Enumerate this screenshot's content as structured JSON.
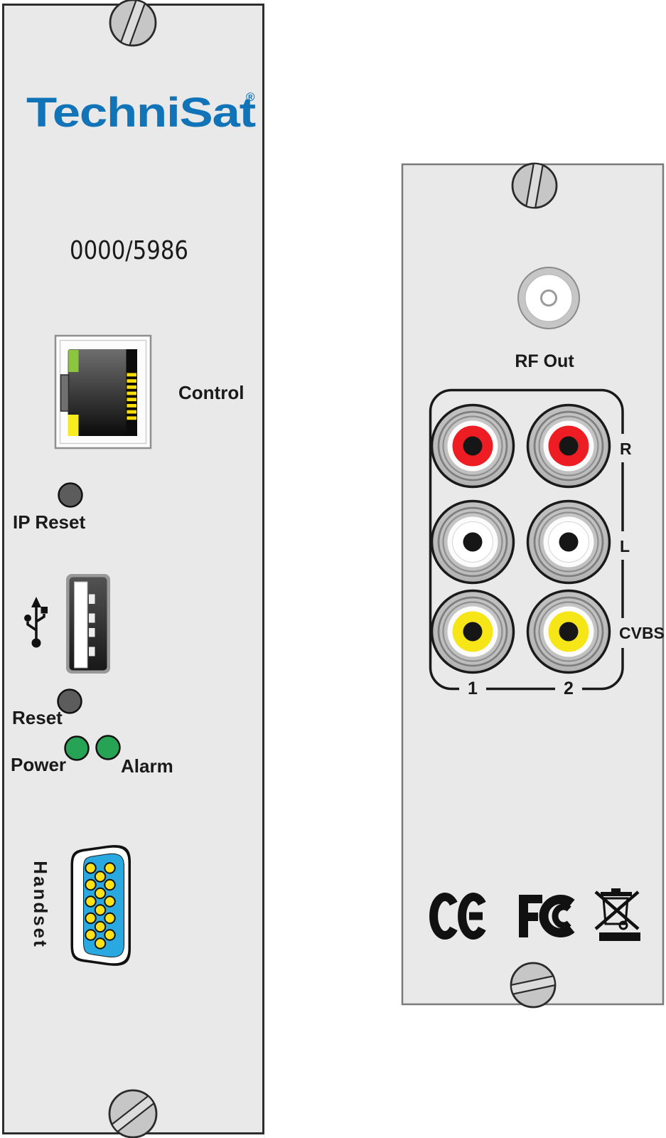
{
  "front_panel": {
    "brand": {
      "logo_text": "TechniSat",
      "registered_mark": "®",
      "color": "#1173b8"
    },
    "model_number": "0000/5986",
    "ethernet": {
      "label": "Control",
      "icon": "rj45-ethernet-port-icon",
      "led_green": "#8cc63f",
      "led_yellow": "#f7ec1e",
      "pin_yellow": "#ffdf00"
    },
    "ip_reset": {
      "label": "IP Reset",
      "button_color": "#5c5c5c"
    },
    "usb": {
      "icon": "usb-trident-icon",
      "port_icon": "usb-a-port-icon"
    },
    "reset": {
      "label": "Reset",
      "button_color": "#5c5c5c"
    },
    "leds": {
      "power_label": "Power",
      "alarm_label": "Alarm",
      "color": "#27a355"
    },
    "handset": {
      "label": "Handset",
      "icon": "vga-d-sub-15-connector-icon",
      "body_color": "#29a9e0",
      "pin_color": "#ffe317"
    },
    "screw_icon": "slotted-screw-icon"
  },
  "rear_panel": {
    "rf_out": {
      "label": "RF Out",
      "icon": "coax-rf-connector-icon"
    },
    "av_group": {
      "row_labels": [
        "R",
        "L",
        "CVBS"
      ],
      "column_labels": [
        "1",
        "2"
      ],
      "jack_icon": "rca-jack-icon",
      "jack_colors": {
        "r": "#ee1c23",
        "l": "#ffffff",
        "cvbs": "#f7e617"
      }
    },
    "cert_marks": {
      "ce": "ce-mark-icon",
      "fcc": "fcc-mark-icon",
      "weee": "weee-crossed-bin-icon"
    },
    "screw_icon": "slotted-screw-icon"
  }
}
